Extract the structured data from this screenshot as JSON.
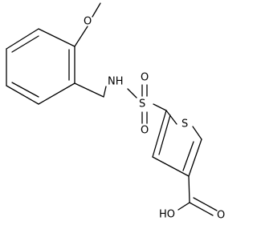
{
  "molecule": {
    "atoms": {
      "methoxy_o": "O",
      "nh": "NH",
      "sulfonyl_s": "S",
      "sulfonyl_o_top": "O",
      "sulfonyl_o_bottom": "O",
      "ring_s": "S",
      "carboxyl_o": "O",
      "carboxyl_oh": "HO"
    }
  }
}
